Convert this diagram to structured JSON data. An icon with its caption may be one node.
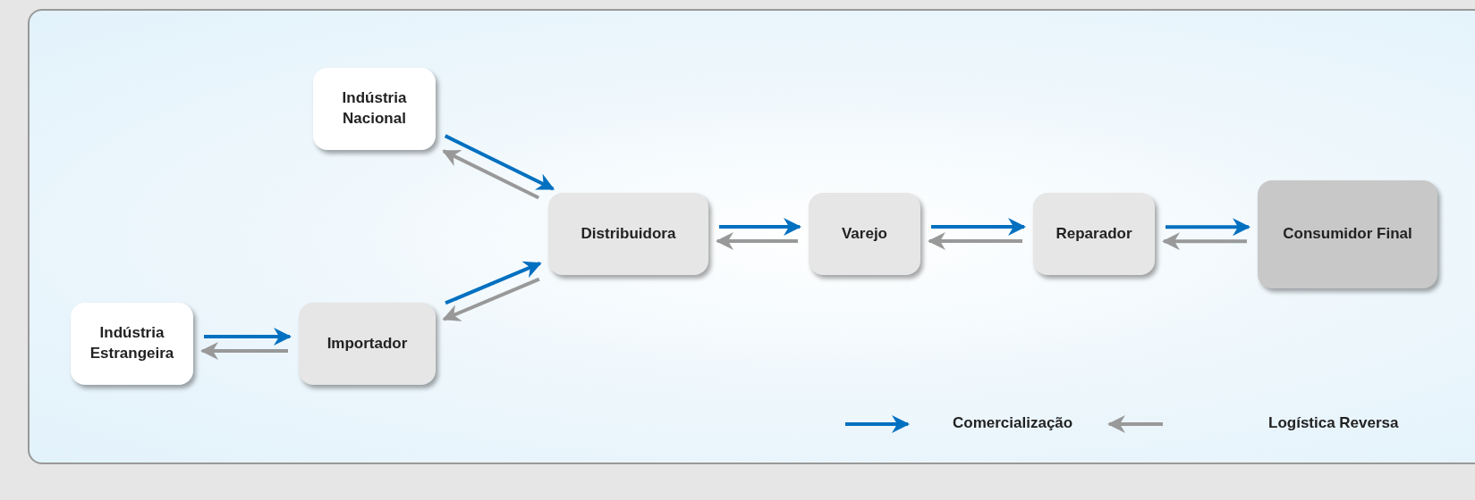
{
  "diagram": {
    "nodes": [
      {
        "text": [
          "Indústria Nacional"
        ]
      },
      {
        "text": [
          "Distribuidora"
        ]
      },
      {
        "text": [
          "Varejo"
        ]
      },
      {
        "text": [
          "Reparador"
        ]
      },
      {
        "text": [
          "Consumidor Final"
        ]
      },
      {
        "text": [
          "Indústria Estrangeira"
        ]
      },
      {
        "text": [
          "Importador"
        ]
      }
    ],
    "edges": [
      {
        "from": 0,
        "to": 1,
        "arrow": "to"
      },
      {
        "from": 1,
        "to": 0,
        "arrow": "to",
        "color": "#999999"
      },
      {
        "from": 6,
        "to": 1,
        "arrow": "to"
      },
      {
        "from": 1,
        "to": 6,
        "arrow": "to",
        "color": "#999999"
      },
      {
        "from": 5,
        "to": 6,
        "arrow": "to"
      },
      {
        "from": 6,
        "to": 5,
        "arrow": "to",
        "color": "#999999"
      },
      {
        "from": 1,
        "to": 2,
        "arrow": "to"
      },
      {
        "from": 2,
        "to": 1,
        "arrow": "to",
        "color": "#999999"
      },
      {
        "from": 2,
        "to": 3,
        "arrow": "to"
      },
      {
        "from": 3,
        "to": 2,
        "arrow": "to",
        "color": "#999999"
      },
      {
        "from": 3,
        "to": 4,
        "arrow": "to"
      },
      {
        "from": 4,
        "to": 3,
        "arrow": "to",
        "color": "#999999"
      }
    ],
    "legend": [
      {
        "text": "Comercialização"
      },
      {
        "text": "Logística Reversa"
      }
    ]
  }
}
